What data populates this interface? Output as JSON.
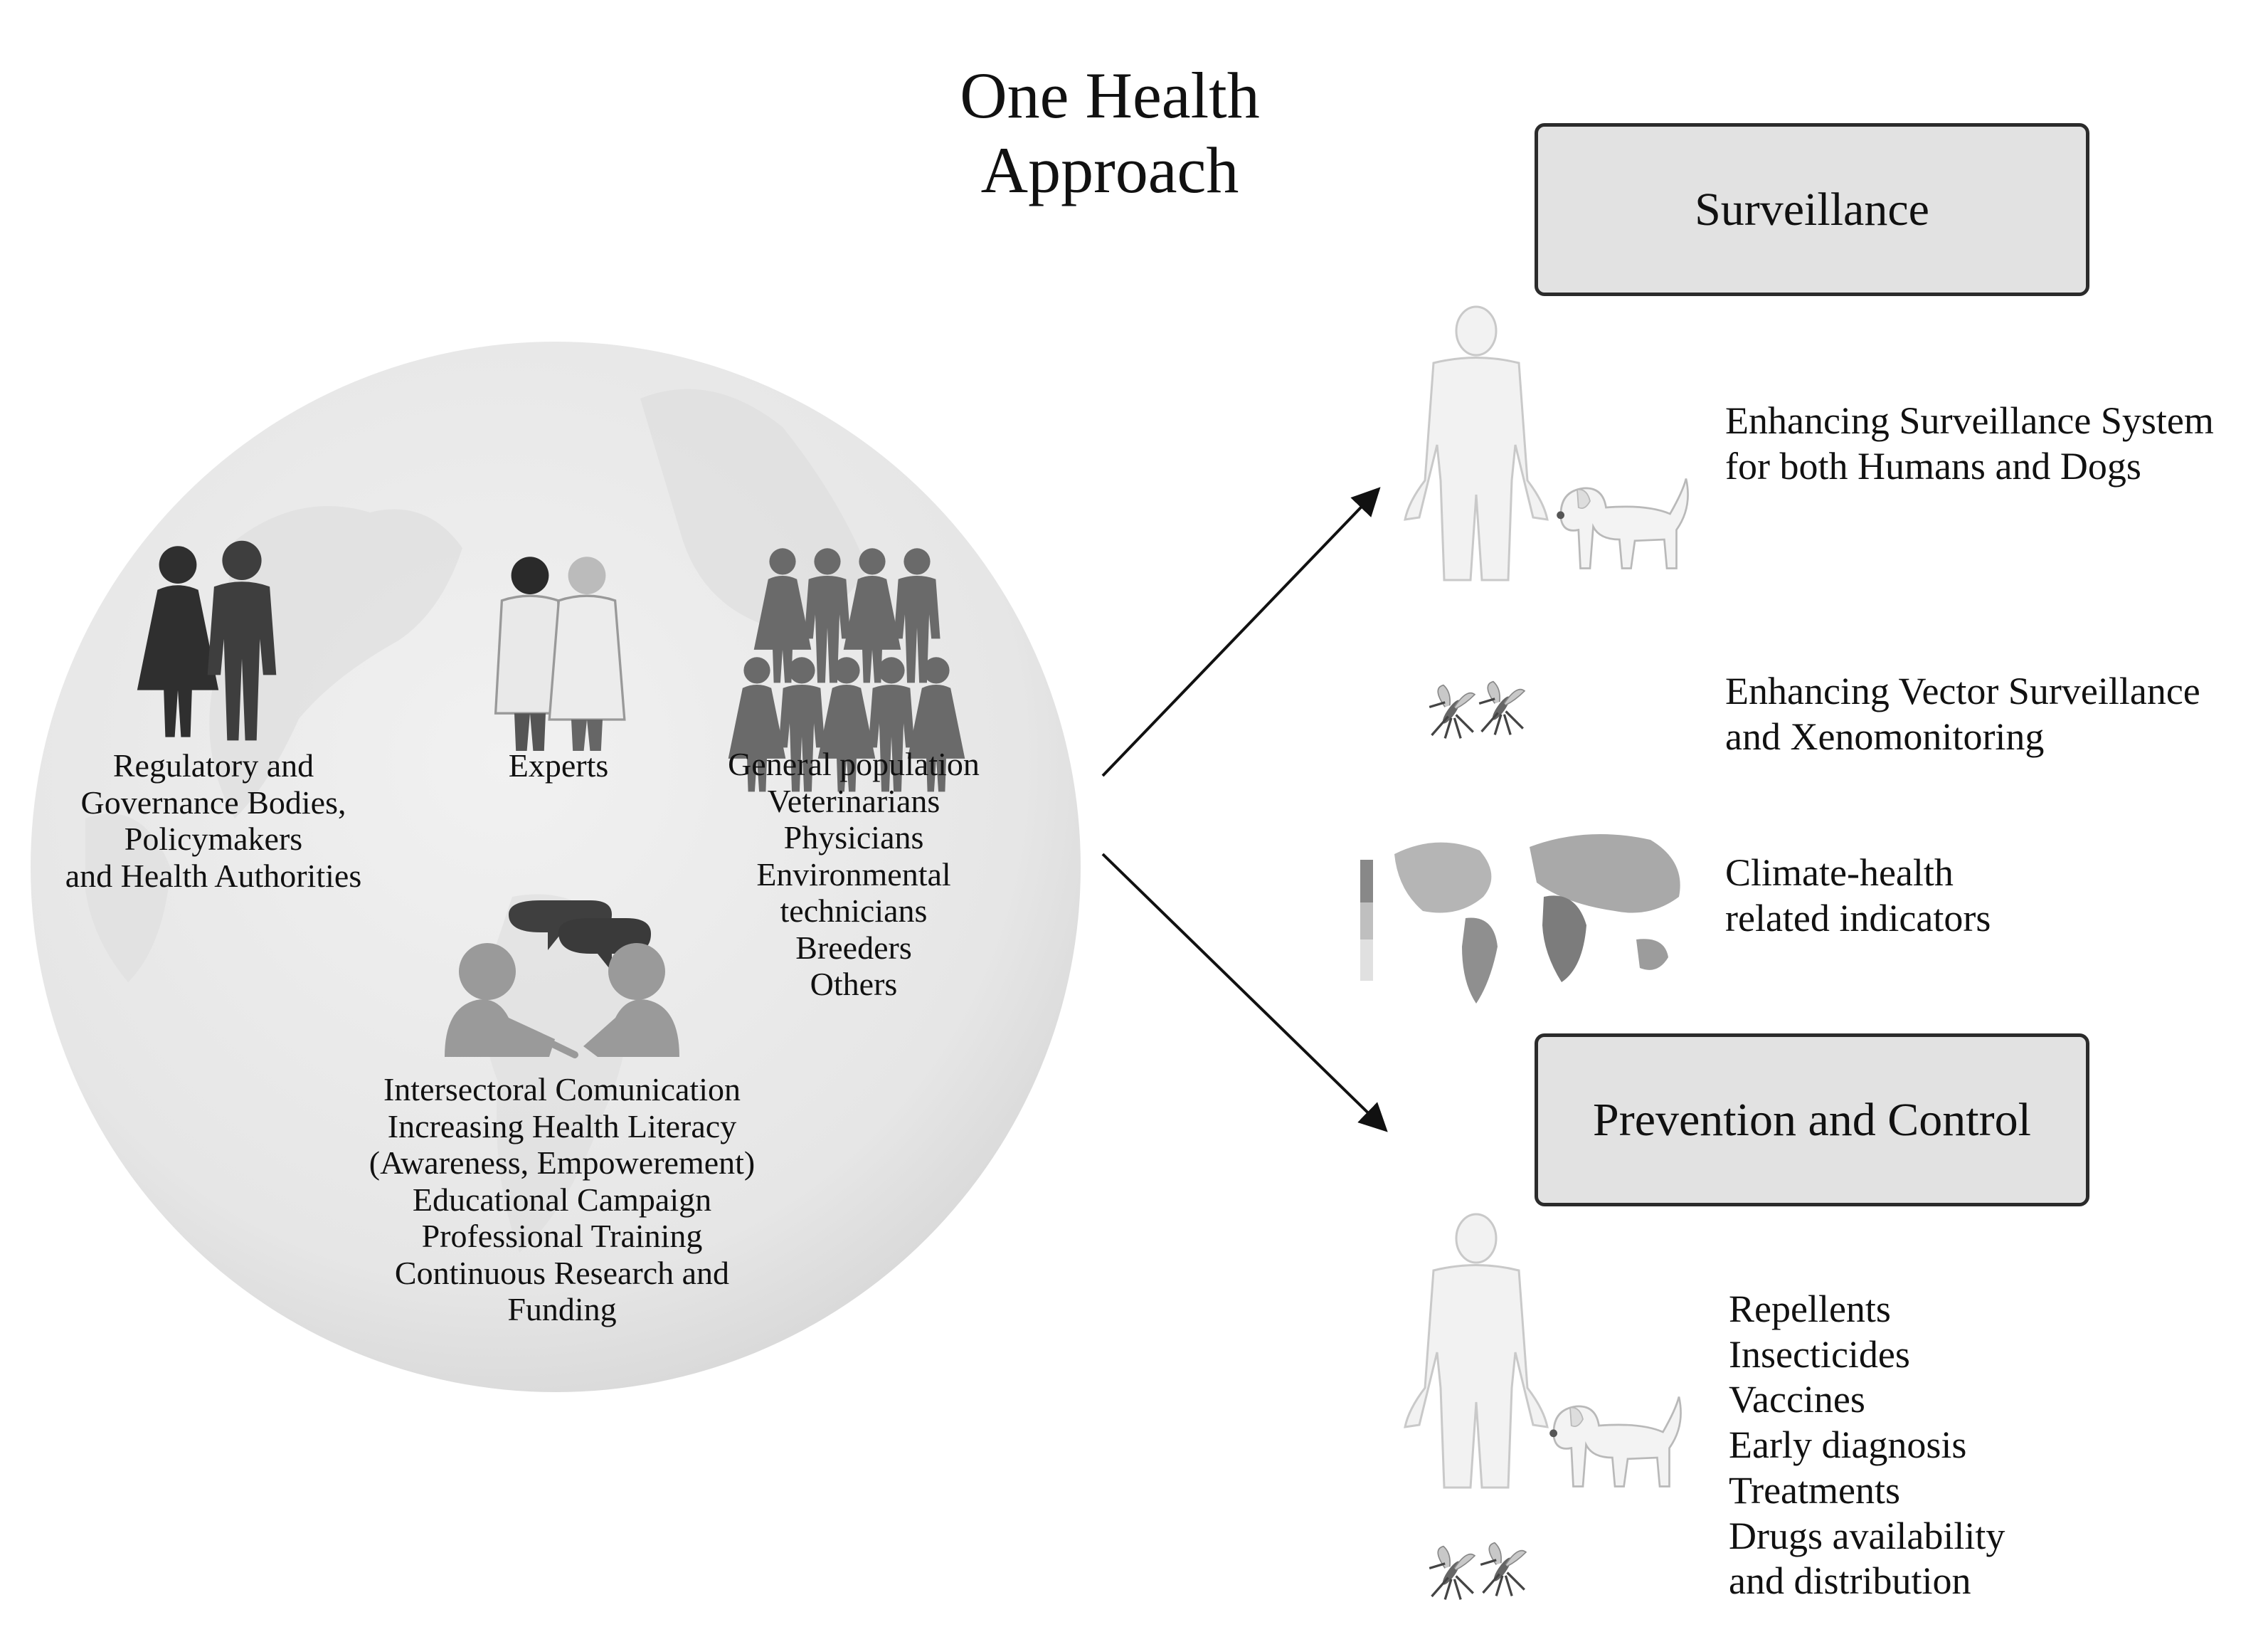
{
  "title": "One Health\nApproach",
  "globe": {
    "groups": {
      "regulatory": "Regulatory and\nGovernance Bodies,\nPolicymakers\nand Health Authorities",
      "experts": "Experts",
      "population": "General population\nVeterinarians\nPhysicians\nEnvironmental\ntechnicians\nBreeders\nOthers",
      "communication": "Intersectoral Comunication\nIncreasing Health Literacy\n(Awareness, Empowerement)\nEducational Campaign\nProfessional Training\nContinuous Research and\nFunding"
    }
  },
  "surveillance": {
    "heading": "Surveillance",
    "items": [
      {
        "text": "Enhancing Surveillance System\nfor both Humans and Dogs",
        "icon": "human-dog-icon"
      },
      {
        "text": "Enhancing Vector Surveillance\nand Xenomonitoring",
        "icon": "mosquito-icon"
      },
      {
        "text": "Climate-health\nrelated indicators",
        "icon": "world-climate-map-icon"
      }
    ]
  },
  "prevention": {
    "heading": "Prevention and Control",
    "items": "Repellents\nInsecticides\nVaccines\nEarly diagnosis\nTreatments\nDrugs availability\nand distribution"
  },
  "colors": {
    "box_fill": "#e2e2e2",
    "box_border": "#2b2b2b",
    "globe": "#e6e6e6",
    "icon_dark": "#3a3a3a"
  }
}
